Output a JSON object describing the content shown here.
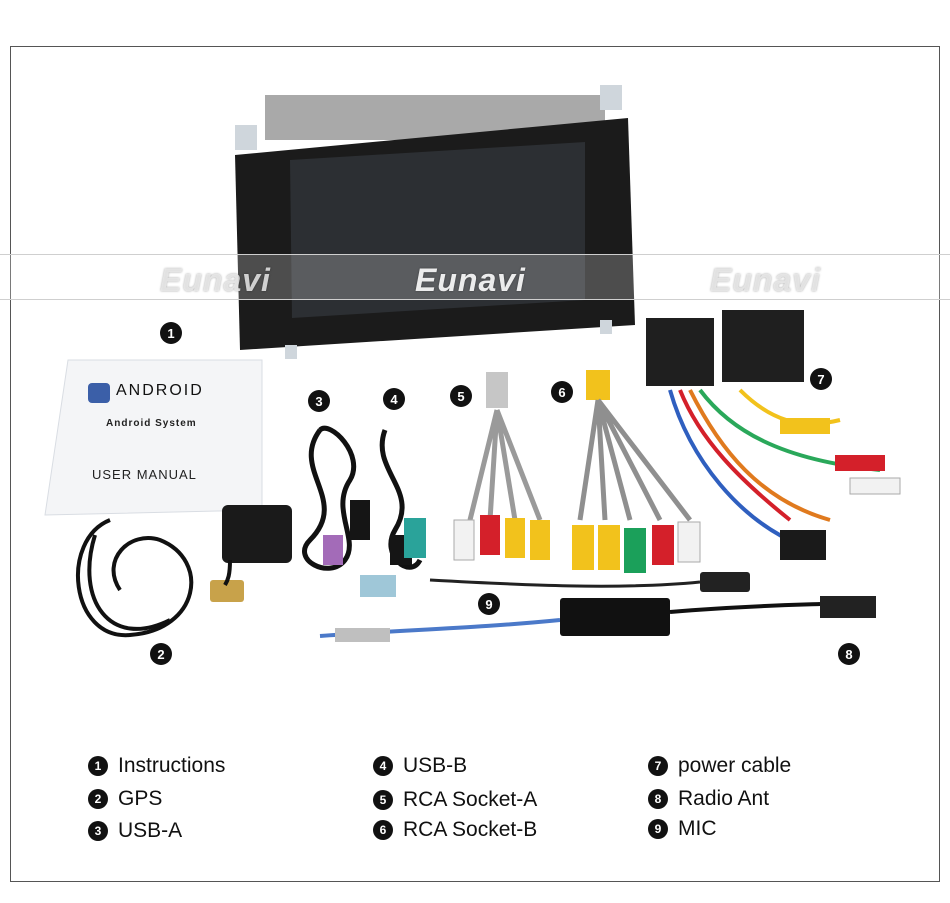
{
  "watermark": {
    "brand": "Eunavi"
  },
  "manual": {
    "brand_text": "ANDROID",
    "system_text": "Android System",
    "title_text": "USER MANUAL"
  },
  "markers": [
    "1",
    "2",
    "3",
    "4",
    "5",
    "6",
    "7",
    "8",
    "9"
  ],
  "legend": {
    "items": [
      {
        "num": "1",
        "label": "Instructions"
      },
      {
        "num": "2",
        "label": "GPS"
      },
      {
        "num": "3",
        "label": "USB-A"
      },
      {
        "num": "4",
        "label": "USB-B"
      },
      {
        "num": "5",
        "label": "RCA Socket-A"
      },
      {
        "num": "6",
        "label": "RCA Socket-B"
      },
      {
        "num": "7",
        "label": "power cable"
      },
      {
        "num": "8",
        "label": "Radio Ant"
      },
      {
        "num": "9",
        "label": "MIC"
      }
    ]
  }
}
